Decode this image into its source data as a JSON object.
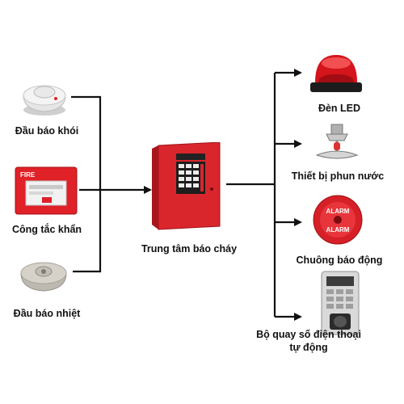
{
  "diagram": {
    "center": {
      "label": "Trung tâm báo cháy"
    },
    "inputs": [
      {
        "label": "Đầu báo khói",
        "icon": "smoke-detector-icon"
      },
      {
        "label": "Công tắc khẩn",
        "icon": "fire-alarm-call-point-icon",
        "device_text": "FIRE"
      },
      {
        "label": "Đầu báo nhiệt",
        "icon": "heat-detector-icon"
      }
    ],
    "outputs": [
      {
        "label": "Đèn LED",
        "icon": "red-strobe-light-icon"
      },
      {
        "label": "Thiết bị phun nước",
        "icon": "sprinkler-head-icon"
      },
      {
        "label": "Chuông báo động",
        "icon": "alarm-bell-icon",
        "device_text": "ALARM"
      },
      {
        "label": "Bộ quay số điện thoại tự động",
        "icon": "auto-dialer-keypad-icon"
      }
    ],
    "colors": {
      "panel": "#d9262c",
      "lines": "#111111"
    }
  }
}
